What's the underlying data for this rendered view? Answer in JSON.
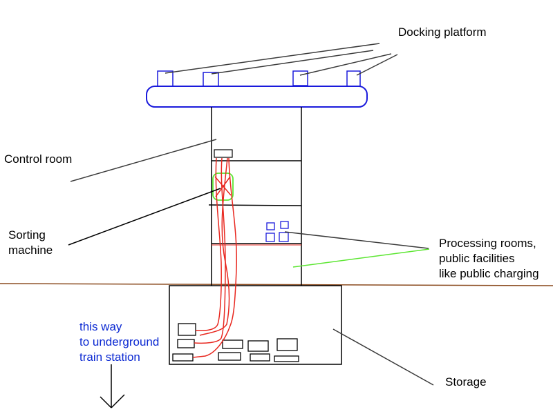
{
  "labels": {
    "docking_platform": "Docking platform",
    "control_room": "Control room",
    "sorting_machine": [
      "Sorting",
      "machine"
    ],
    "processing_rooms": [
      "Processing rooms,",
      "public facilities",
      "like public charging"
    ],
    "storage": "Storage",
    "train_station": [
      "this way",
      "to underground",
      "train station"
    ]
  },
  "colors": {
    "outline": "#000000",
    "platform": "#1a1adc",
    "wires": "#e8261e",
    "sorter_ring": "#5ce632",
    "pointer_highlight": "#5ce632",
    "ground": "#8a4a1e",
    "direction_text": "#0a28d2",
    "pointer": "#3a3a3a"
  }
}
